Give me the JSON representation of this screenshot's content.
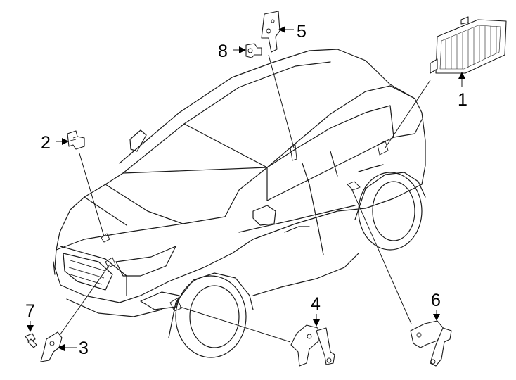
{
  "callouts": {
    "c1": "1",
    "c2": "2",
    "c3": "3",
    "c4": "4",
    "c5": "5",
    "c6": "6",
    "c7": "7",
    "c8": "8"
  },
  "colors": {
    "line": "#1a1a1a",
    "background": "#ffffff"
  },
  "parts": [
    {
      "callout": "1",
      "icon": "control-module-icon"
    },
    {
      "callout": "2",
      "icon": "sensor-icon"
    },
    {
      "callout": "3",
      "icon": "bracket-icon"
    },
    {
      "callout": "4",
      "icon": "height-sensor-linkage-icon"
    },
    {
      "callout": "5",
      "icon": "mounting-bracket-icon"
    },
    {
      "callout": "6",
      "icon": "height-sensor-linkage-icon"
    },
    {
      "callout": "7",
      "icon": "bolt-icon"
    },
    {
      "callout": "8",
      "icon": "connector-icon"
    }
  ]
}
